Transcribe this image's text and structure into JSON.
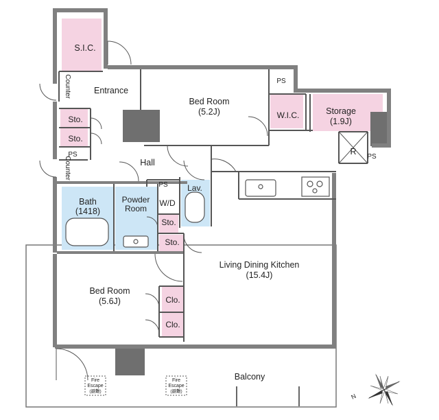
{
  "rooms": {
    "sic": "S.I.C.",
    "entrance": "Entrance",
    "bed_room_1": {
      "name": "Bed Room",
      "size": "(5.2J)"
    },
    "wic": "W.I.C.",
    "storage": {
      "name": "Storage",
      "size": "(1.9J)"
    },
    "ps": "PS",
    "counter": "Counter",
    "sto": "Sto.",
    "hall": "Hall",
    "bath": {
      "name": "Bath",
      "size": "(1418)"
    },
    "powder_room": {
      "line1": "Powder",
      "line2": "Room"
    },
    "wd": "W/D",
    "lav": "Lav.",
    "living": {
      "name": "Living Dining Kitchen",
      "size": "(15.4J)"
    },
    "bed_room_2": {
      "name": "Bed Room",
      "size": "(5.6J)"
    },
    "clo": "Clo.",
    "balcony": "Balcony",
    "refrigerator": "R",
    "fire_escape": {
      "line1": "Fire",
      "line2": "Escape",
      "line3": "(避難)"
    }
  },
  "compass": {
    "north_letter": "N"
  },
  "colors": {
    "wall": "#808080",
    "dark_block": "#6f6f6f",
    "pink": "#f5d3e2",
    "blue": "#cde6f6",
    "line": "#555555"
  }
}
